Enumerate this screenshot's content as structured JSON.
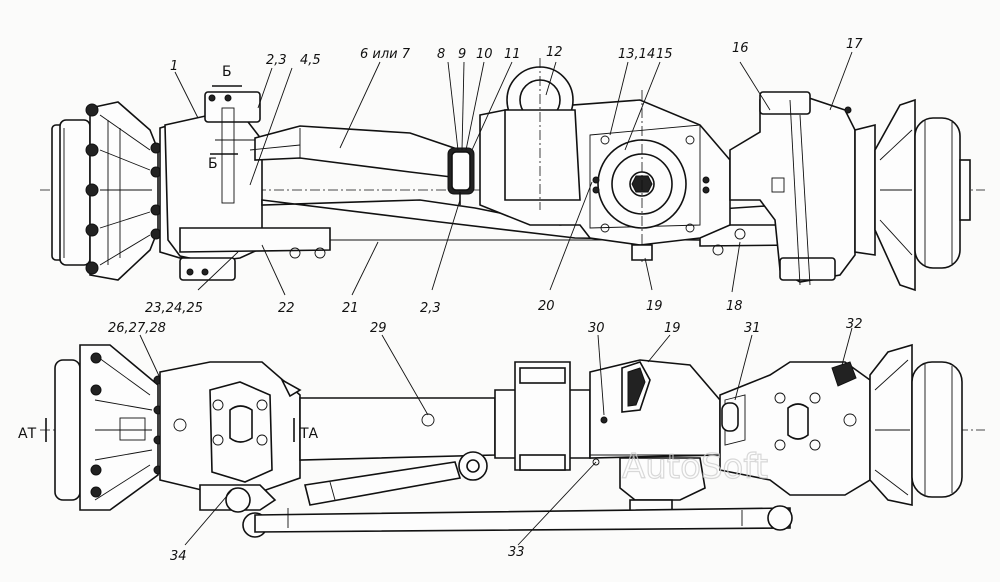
{
  "labels_top": [
    {
      "id": "1",
      "text": "1"
    },
    {
      "id": "b-top",
      "text": "Б"
    },
    {
      "id": "b-bottom",
      "text": "Б"
    },
    {
      "id": "2-3-top",
      "text": "2,3"
    },
    {
      "id": "4-5",
      "text": "4,5"
    },
    {
      "id": "6-7",
      "text": "6 или 7"
    },
    {
      "id": "8",
      "text": "8"
    },
    {
      "id": "9",
      "text": "9"
    },
    {
      "id": "10",
      "text": "10"
    },
    {
      "id": "11",
      "text": "11"
    },
    {
      "id": "12",
      "text": "12"
    },
    {
      "id": "13-14",
      "text": "13,14"
    },
    {
      "id": "15",
      "text": "15"
    },
    {
      "id": "16",
      "text": "16"
    },
    {
      "id": "17",
      "text": "17"
    },
    {
      "id": "23-24-25",
      "text": "23,24,25"
    },
    {
      "id": "22",
      "text": "22"
    },
    {
      "id": "21",
      "text": "21"
    },
    {
      "id": "2-3-bottom",
      "text": "2,3"
    },
    {
      "id": "20",
      "text": "20"
    },
    {
      "id": "19-top",
      "text": "19"
    },
    {
      "id": "18",
      "text": "18"
    }
  ],
  "labels_bottom": [
    {
      "id": "26-27-28",
      "text": "26,27,28"
    },
    {
      "id": "29",
      "text": "29"
    },
    {
      "id": "30",
      "text": "30"
    },
    {
      "id": "19-bottom",
      "text": "19"
    },
    {
      "id": "31",
      "text": "31"
    },
    {
      "id": "32",
      "text": "32"
    },
    {
      "id": "at",
      "text": "АТ"
    },
    {
      "id": "ta",
      "text": "ТА"
    },
    {
      "id": "34",
      "text": "34"
    },
    {
      "id": "33",
      "text": "33"
    }
  ],
  "watermark": "AutoSoft"
}
